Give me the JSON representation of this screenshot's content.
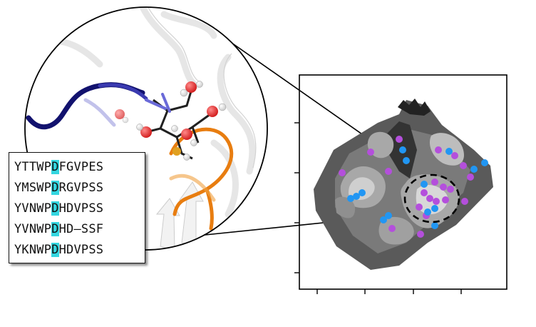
{
  "sequences": [
    {
      "before": "YTTWP",
      "highlight": "D",
      "after": "FGVPES"
    },
    {
      "before": "YMSWP",
      "highlight": "D",
      "after": "RGVPSS"
    },
    {
      "before": "YVNWP",
      "highlight": "D",
      "after": "HDVPSS"
    },
    {
      "before": "YVNWP",
      "highlight": "D",
      "after": "HD—SSF"
    },
    {
      "before": "YKNWP",
      "highlight": "D",
      "after": "HDVPSS"
    }
  ],
  "colors": {
    "highlight": "#33d6e0",
    "loop_blue": "#1a1a8c",
    "loop_orange": "#e87d10",
    "oxygen": "#e03030",
    "nitrogen": "#7070e0",
    "sulfur": "#e0a020",
    "points_magenta": "#b44fdc",
    "points_blue": "#2196f3"
  },
  "plot": {
    "magenta_points": [
      [
        0.55,
        0.37
      ],
      [
        0.52,
        0.39
      ],
      [
        0.58,
        0.33
      ],
      [
        0.6,
        0.35
      ],
      [
        0.63,
        0.36
      ]
    ],
    "blue_points": [
      [
        0.28,
        0.5
      ],
      [
        0.31,
        0.51
      ],
      [
        0.55,
        0.41
      ],
      [
        0.6,
        0.38
      ],
      [
        0.66,
        0.34
      ]
    ]
  }
}
